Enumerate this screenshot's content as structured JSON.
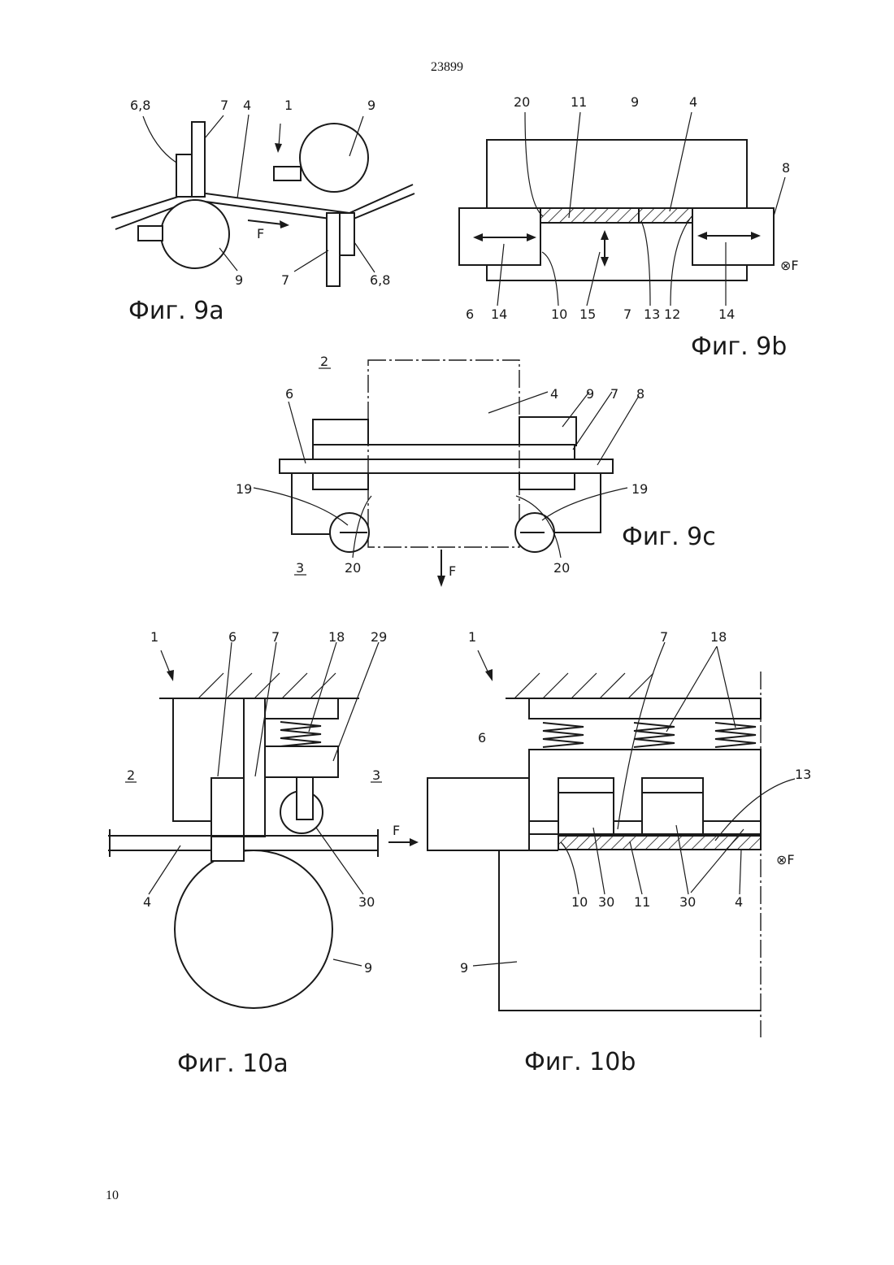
{
  "header": {
    "page_code": "23899"
  },
  "footer": {
    "page_number": "10"
  },
  "figures": {
    "fig9a": {
      "caption": "Фиг. 9a",
      "labels": {
        "l_68_top": "6,8",
        "l_7_top": "7",
        "l_4": "4",
        "l_1": "1",
        "l_9_top": "9",
        "l_F": "F",
        "l_9_bottom": "9",
        "l_7_bottom": "7",
        "l_68_bottom": "6,8"
      }
    },
    "fig9b": {
      "caption": "Фиг. 9b",
      "labels": {
        "l_20": "20",
        "l_11": "11",
        "l_9": "9",
        "l_4": "4",
        "l_8": "8",
        "l_F": "⊗F",
        "l_6": "6",
        "l_14a": "14",
        "l_10": "10",
        "l_15": "15",
        "l_7": "7",
        "l_13": "13",
        "l_12": "12",
        "l_14b": "14"
      }
    },
    "fig9c": {
      "caption": "Фиг. 9c",
      "labels": {
        "l_2": "2",
        "l_6": "6",
        "l_4": "4",
        "l_9": "9",
        "l_7": "7",
        "l_8": "8",
        "l_19a": "19",
        "l_19b": "19",
        "l_3": "3",
        "l_20a": "20",
        "l_20b": "20",
        "l_F": "F"
      }
    },
    "fig10a": {
      "caption": "Фиг. 10a",
      "labels": {
        "l_1": "1",
        "l_6": "6",
        "l_7": "7",
        "l_18": "18",
        "l_29": "29",
        "l_2": "2",
        "l_3": "3",
        "l_F": "F",
        "l_4": "4",
        "l_30": "30",
        "l_9": "9"
      }
    },
    "fig10b": {
      "caption": "Фиг. 10b",
      "labels": {
        "l_1": "1",
        "l_7": "7",
        "l_18": "18",
        "l_6": "6",
        "l_13": "13",
        "l_F": "⊗F",
        "l_10": "10",
        "l_30a": "30",
        "l_11": "11",
        "l_30b": "30",
        "l_4": "4",
        "l_9": "9"
      }
    }
  }
}
